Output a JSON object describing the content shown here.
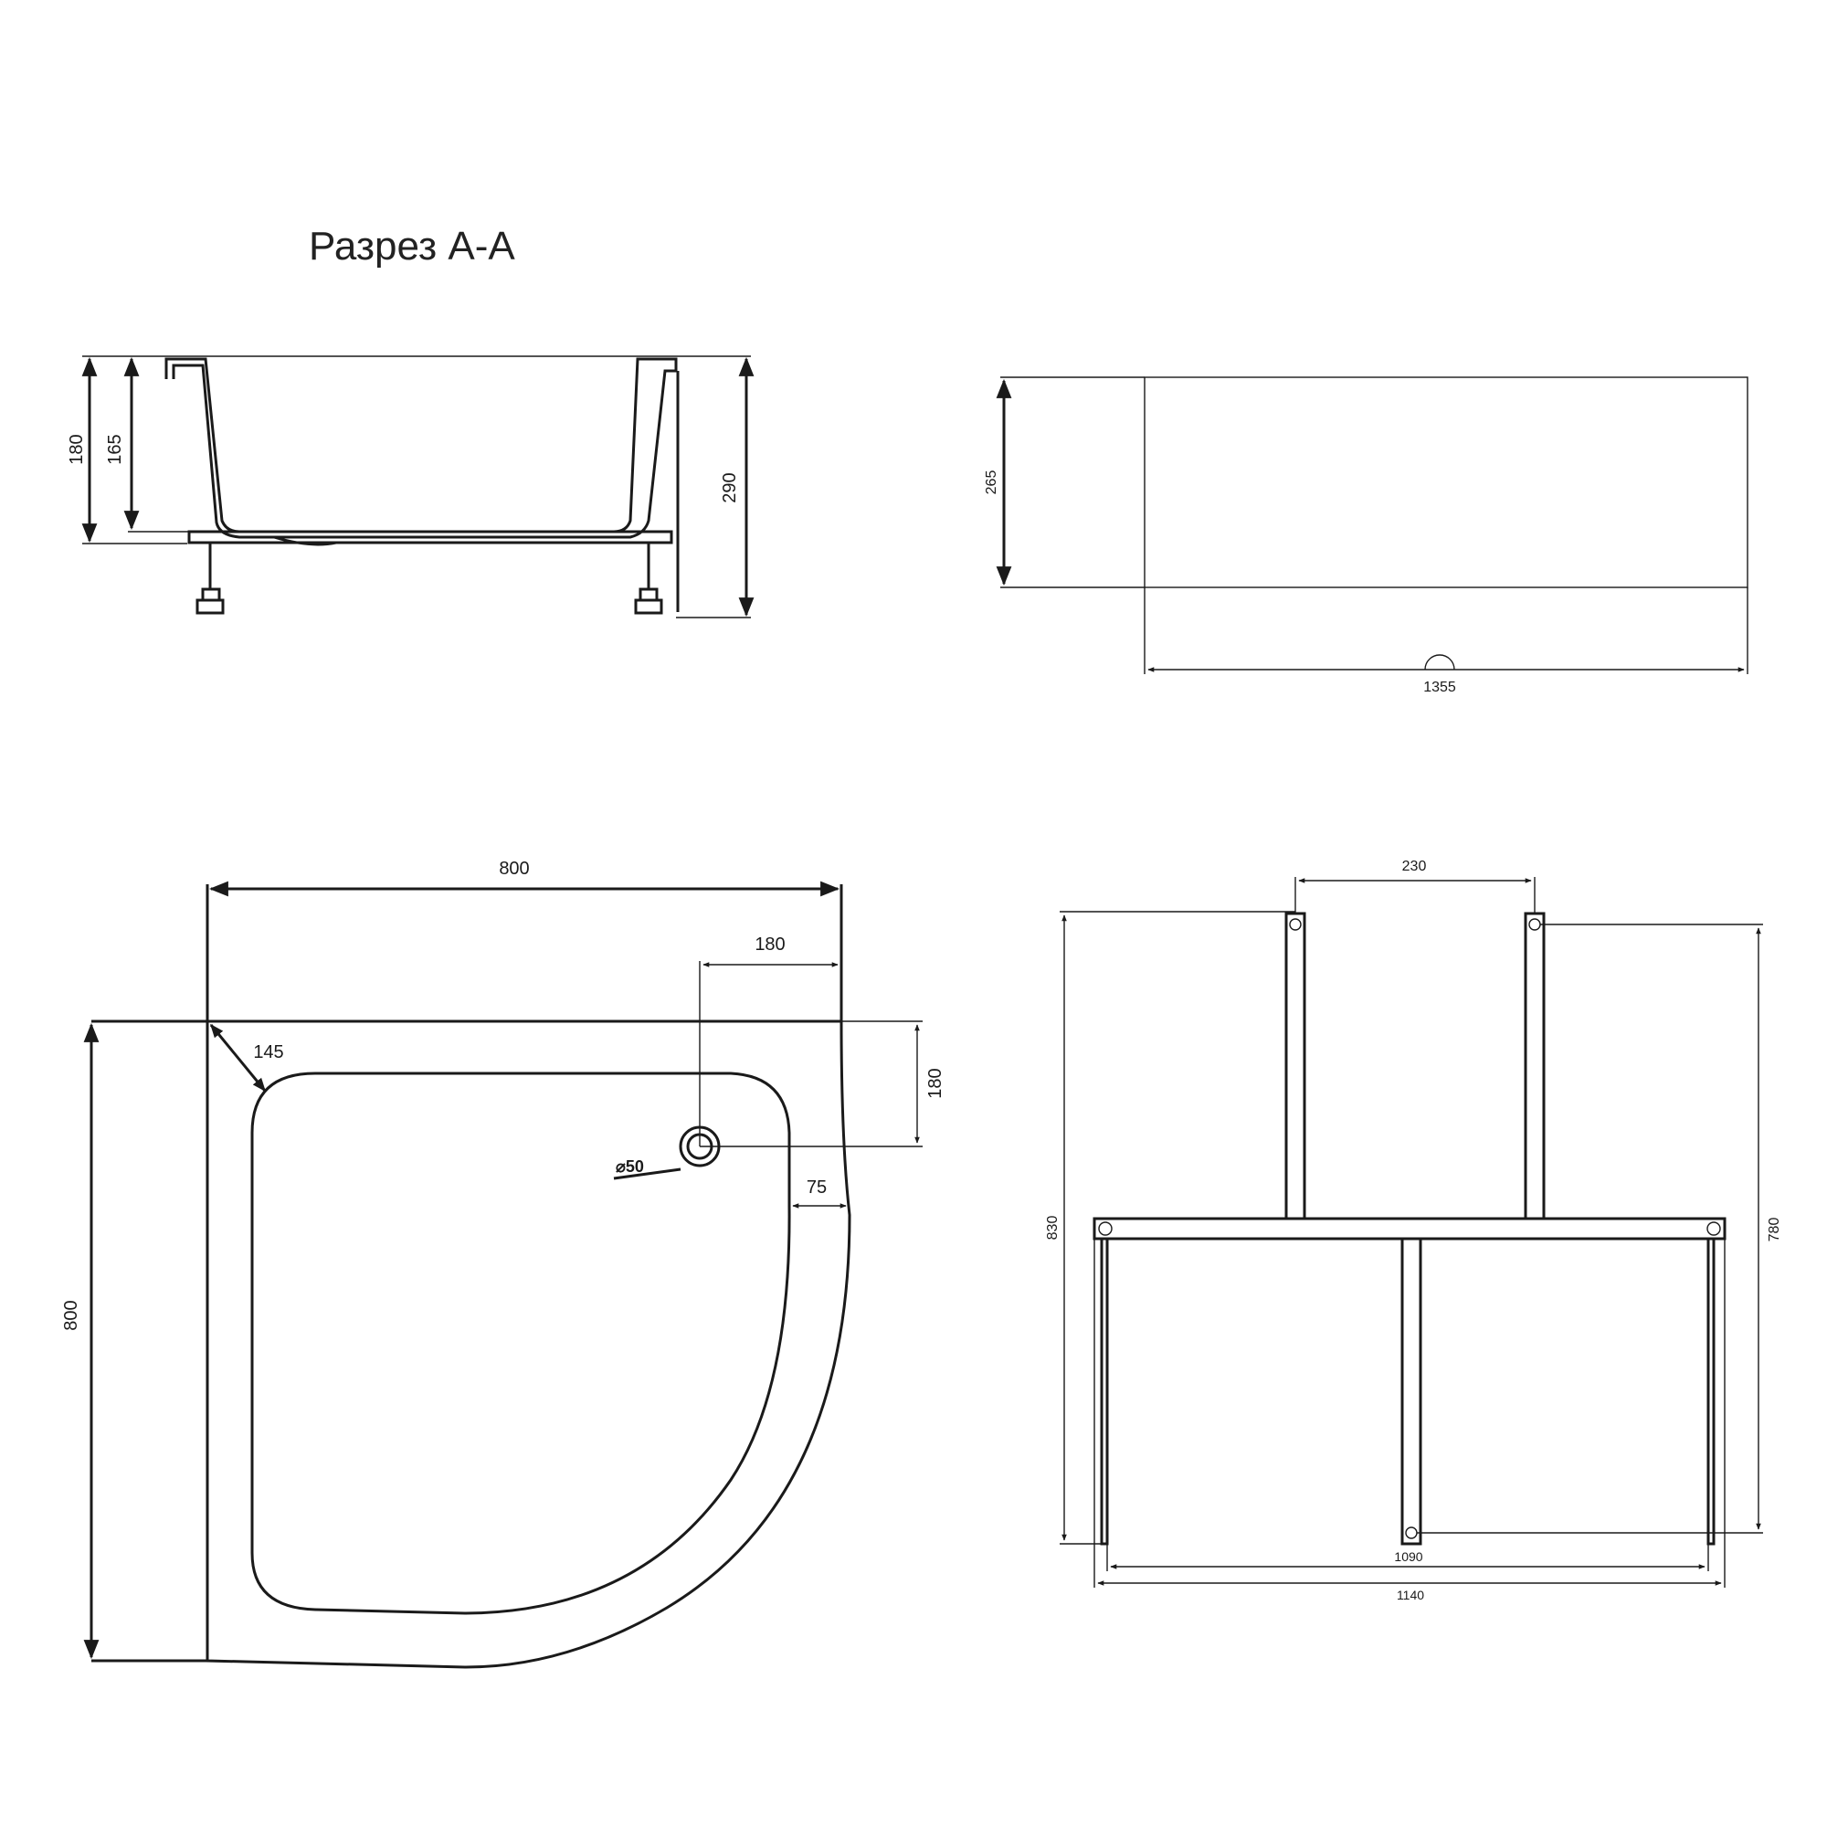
{
  "section_title": "Разрез А-А",
  "section_view": {
    "dim_total_height": "180",
    "dim_inner_depth": "165",
    "dim_overall_height": "290"
  },
  "front_panel": {
    "dim_height": "265",
    "dim_length": "1355"
  },
  "top_view": {
    "dim_width": "800",
    "dim_depth": "800",
    "dim_drain_x": "180",
    "dim_drain_y": "180",
    "dim_corner": "145",
    "dim_rim": "75",
    "dim_drain_diameter": "50"
  },
  "frame_view": {
    "dim_leg_spacing": "230",
    "dim_total_depth": "830",
    "dim_support_depth": "780",
    "dim_inner_width": "1090",
    "dim_outer_width": "1140"
  }
}
